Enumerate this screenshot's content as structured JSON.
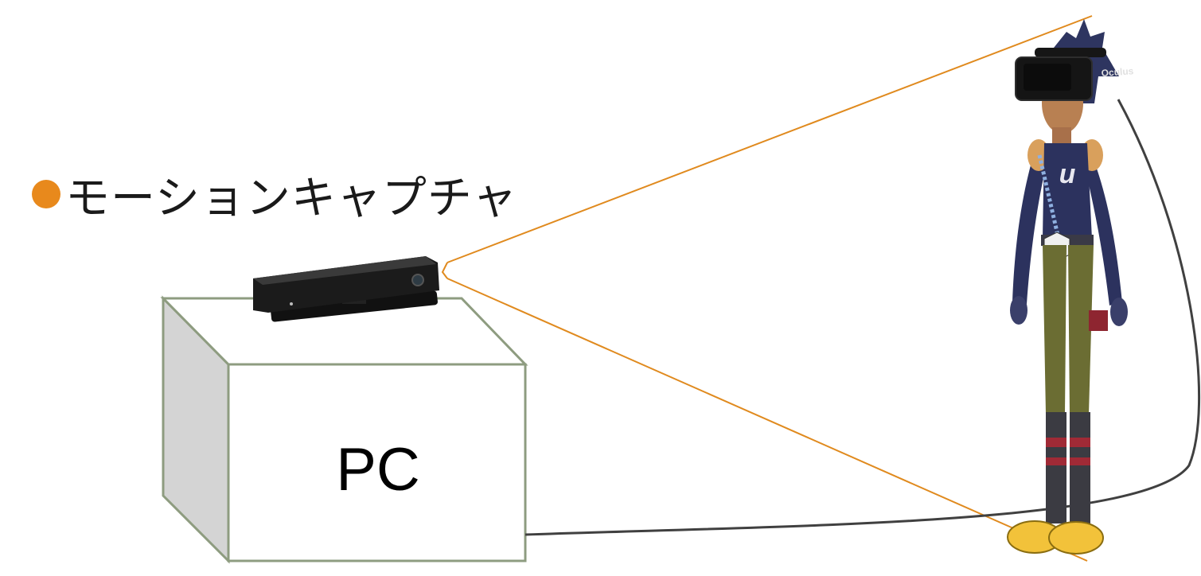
{
  "heading": {
    "text": "モーションキャプチャ",
    "bullet_color": "#E8891C"
  },
  "pc_box": {
    "label": "PC",
    "front_color": "#ffffff",
    "side_color": "#d4d4d4",
    "edge_color": "#8E9C80"
  },
  "sensor": {
    "name": "depth-camera-sensor",
    "body_color": "#1b1b1b"
  },
  "view_lines": {
    "color": "#E08A1E"
  },
  "cable": {
    "color": "#404040"
  },
  "hmd": {
    "brand_text": "Oculus"
  },
  "avatar": {
    "shirt_logo": "u"
  }
}
